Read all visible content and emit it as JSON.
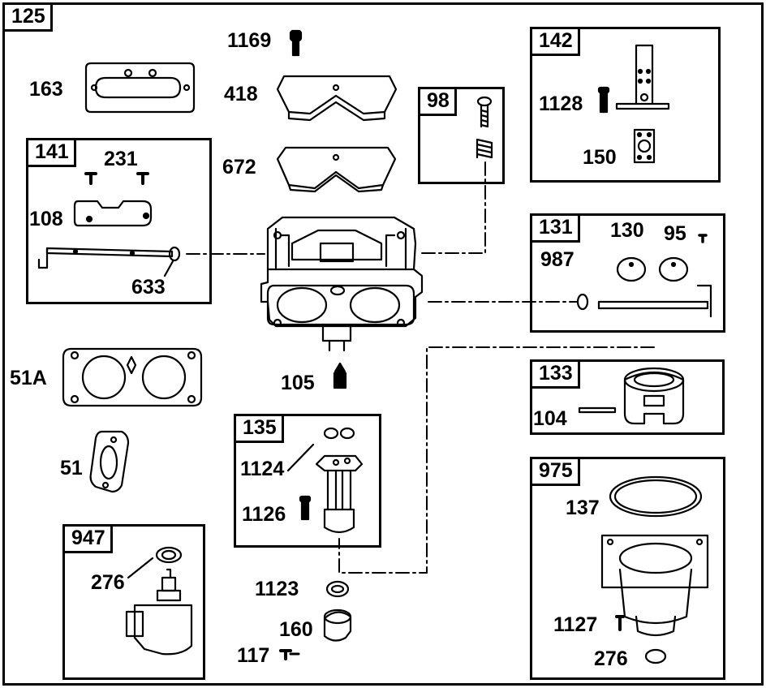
{
  "assembly": {
    "number": "125"
  },
  "kits": [
    {
      "id": "kit-141",
      "number": "141"
    },
    {
      "id": "kit-98",
      "number": "98"
    },
    {
      "id": "kit-142",
      "number": "142"
    },
    {
      "id": "kit-131",
      "number": "131"
    },
    {
      "id": "kit-133",
      "number": "133"
    },
    {
      "id": "kit-135",
      "number": "135"
    },
    {
      "id": "kit-975",
      "number": "975"
    },
    {
      "id": "kit-947",
      "number": "947"
    }
  ],
  "parts": {
    "p163": "163",
    "p1169": "1169",
    "p418": "418",
    "p672": "672",
    "p231": "231",
    "p108": "108",
    "p633": "633",
    "p1128": "1128",
    "p150": "150",
    "p130": "130",
    "p95": "95",
    "p987": "987",
    "p51A": "51A",
    "p51": "51",
    "p105": "105",
    "p104": "104",
    "p1124": "1124",
    "p1126": "1126",
    "p137": "137",
    "p1127": "1127",
    "p276b": "276",
    "p276a": "276",
    "p1123": "1123",
    "p160": "160",
    "p117": "117"
  }
}
